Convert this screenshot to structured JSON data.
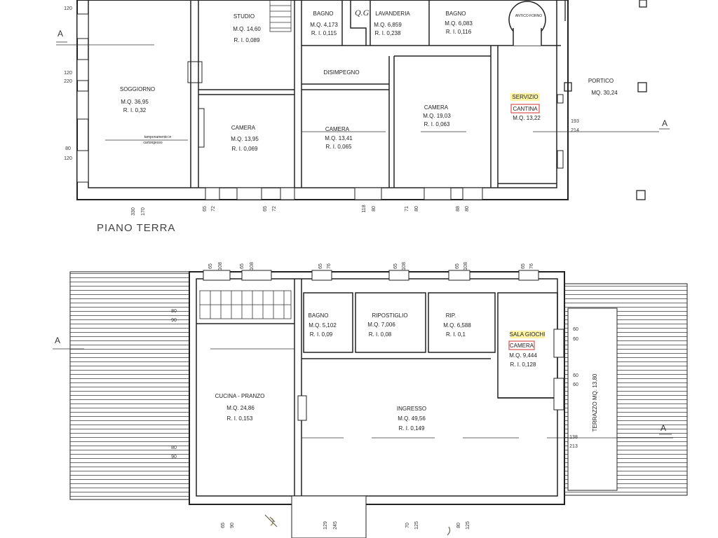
{
  "title_ground": "PIANO TERRA",
  "section_marker": "A",
  "handwritten_note": "Q.G.",
  "ground": {
    "studio": [
      "STUDIO",
      "M.Q. 14,60",
      "R. I. 0,089"
    ],
    "bagno1": [
      "BAGNO",
      "M.Q. 4,173",
      "R. I. 0,115"
    ],
    "lavanderia": [
      "LAVANDERIA",
      "M.Q. 6,859",
      "R. I. 0,238"
    ],
    "bagno2": [
      "BAGNO",
      "M.Q. 6,083",
      "R. I. 0,116"
    ],
    "forno": "ANTICO FORNO",
    "disimpegno": "DISIMPEGNO",
    "soggiorno": [
      "SOGGIORNO",
      "M.Q. 36,95",
      "R. I. 0,32"
    ],
    "note": [
      "tamponamento in",
      "cartongesso"
    ],
    "camera1": [
      "CAMERA",
      "M.Q. 13,95",
      "R. I. 0,069"
    ],
    "camera2": [
      "CAMERA",
      "M.Q. 13,41",
      "R. I. 0,065"
    ],
    "camera3": [
      "CAMERA",
      "M.Q. 19,03",
      "R. I. 0,063"
    ],
    "servizio": [
      "SERVIZIO",
      "CANTINA",
      "M.Q. 13,22"
    ],
    "portico": [
      "PORTICO",
      "MQ. 30,24"
    ]
  },
  "first": {
    "bagno": [
      "BAGNO",
      "M.Q. 5,102",
      "R. I. 0,09"
    ],
    "ripostiglio": [
      "RIPOSTIGLIO",
      "M.Q. 7,006",
      "R. I. 0,08"
    ],
    "rip": [
      "RIP.",
      "M.Q. 6,588",
      "R. I. 0,1"
    ],
    "sala": [
      "SALA GIOCHI",
      "CAMERA",
      "M.Q. 9,444",
      "R. I. 0,128"
    ],
    "cucina": [
      "CUCINA - PRANZO",
      "M.Q. 24,86",
      "R. I. 0,153"
    ],
    "ingresso": [
      "INGRESSO",
      "M.Q. 49,56",
      "R. I. 0,149"
    ],
    "terrazzo": "TERRAZZO MQ. 13,80"
  },
  "dims": {
    "g_left": [
      "120",
      "120",
      "220",
      "80",
      "120"
    ],
    "g_bottom": [
      "330",
      "170",
      "65",
      "72",
      "65",
      "72",
      "118",
      "80",
      "71",
      "80",
      "88",
      "80"
    ],
    "g_right": [
      "193",
      "214"
    ],
    "f_top": [
      "65",
      "108",
      "65",
      "108",
      "65",
      "76",
      "65",
      "108",
      "65",
      "108",
      "65",
      "76"
    ],
    "f_left": [
      "80",
      "90",
      "80",
      "90"
    ],
    "f_right": [
      "60",
      "60",
      "60",
      "60",
      "138",
      "213"
    ],
    "f_bottom": [
      "65",
      "90",
      "129",
      "245",
      "70",
      "125",
      "80",
      "125"
    ]
  }
}
